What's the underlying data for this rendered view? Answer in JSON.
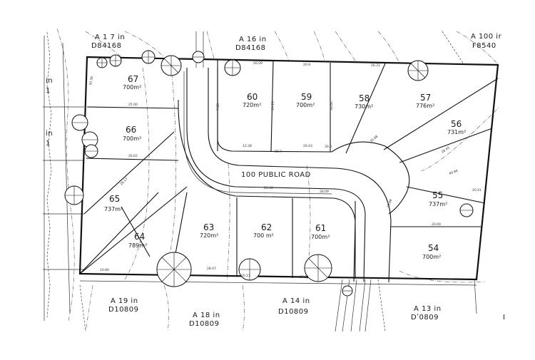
{
  "road": {
    "label": "100 PUBLIC ROAD"
  },
  "neighbors": [
    {
      "id": "a17",
      "line1": "A 1 7 in",
      "line2": "D84168"
    },
    {
      "id": "a16",
      "line1": "A 16 in",
      "line2": "D84168"
    },
    {
      "id": "a100",
      "line1": "A 100 ir",
      "line2": "F8540"
    },
    {
      "id": "a19",
      "line1": "A 19 in",
      "line2": "D10809"
    },
    {
      "id": "a18",
      "line1": "A 18 in",
      "line2": "D10809"
    },
    {
      "id": "a14",
      "line1": "A 14 in",
      "line2": "D10809"
    },
    {
      "id": "a13",
      "line1": "A 13 in",
      "line2": "Dʹ0809"
    }
  ],
  "lots": [
    {
      "id": "67",
      "num": "67",
      "area": "700m²"
    },
    {
      "id": "66",
      "num": "66",
      "area": "700m²"
    },
    {
      "id": "65",
      "num": "65",
      "area": "737m²"
    },
    {
      "id": "64",
      "num": "64",
      "area": "789m²"
    },
    {
      "id": "63",
      "num": "63",
      "area": "720m²"
    },
    {
      "id": "62",
      "num": "62",
      "area": "700 m²"
    },
    {
      "id": "61",
      "num": "61",
      "area": "700m²"
    },
    {
      "id": "60",
      "num": "60",
      "area": "720m²"
    },
    {
      "id": "59",
      "num": "59",
      "area": "700m²"
    },
    {
      "id": "58",
      "num": "58",
      "area": "730m²"
    },
    {
      "id": "57",
      "num": "57",
      "area": "776m²"
    },
    {
      "id": "56",
      "num": "56",
      "area": "731m²"
    },
    {
      "id": "55",
      "num": "55",
      "area": "737m²"
    },
    {
      "id": "54",
      "num": "54",
      "area": "700m²"
    }
  ],
  "edge_labels": {
    "left_in_1": "in",
    "left_1_1": "1",
    "left_in_2": "in",
    "left_1_2": "1",
    "right_mark": "I"
  },
  "dimensions": [
    "26.09",
    "20.9",
    "26.31",
    "25.00",
    "26.62",
    "12.28",
    "20.7",
    "20.43",
    "30.0",
    "20.00",
    "28.47",
    "10.80",
    "20.11",
    "30.81",
    "28.09",
    "20.00",
    "19.68",
    "26.17",
    "30.36",
    "7.88",
    "20.13",
    "38.60",
    "35.68",
    "28.45",
    "40.89",
    "20.41"
  ]
}
